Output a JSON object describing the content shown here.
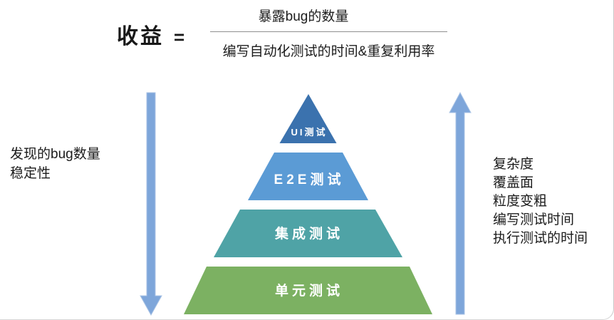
{
  "formula": {
    "lhs": "收益",
    "equals": "=",
    "numerator": "暴露bug的数量",
    "denominator": "编写自动化测试的时间&重复利用率"
  },
  "left_annotation": {
    "arrow_direction": "down",
    "lines": [
      "发现的bug数量",
      "稳定性"
    ]
  },
  "right_annotation": {
    "arrow_direction": "up",
    "lines": [
      "复杂度",
      "覆盖面",
      "粒度变粗",
      "编写测试时间",
      "执行测试的时间"
    ]
  },
  "pyramid": {
    "levels": [
      {
        "label": "UI测试",
        "color": "#3B72AE"
      },
      {
        "label": "E2E测试",
        "color": "#5B9BD5"
      },
      {
        "label": "集成测试",
        "color": "#4FA3A6"
      },
      {
        "label": "单元测试",
        "color": "#7CB162"
      }
    ]
  },
  "colors": {
    "arrow_fill": "#7EA6DA",
    "arrow_stroke": "#A9C3E5",
    "fraction_line": "#8F8F8F"
  }
}
